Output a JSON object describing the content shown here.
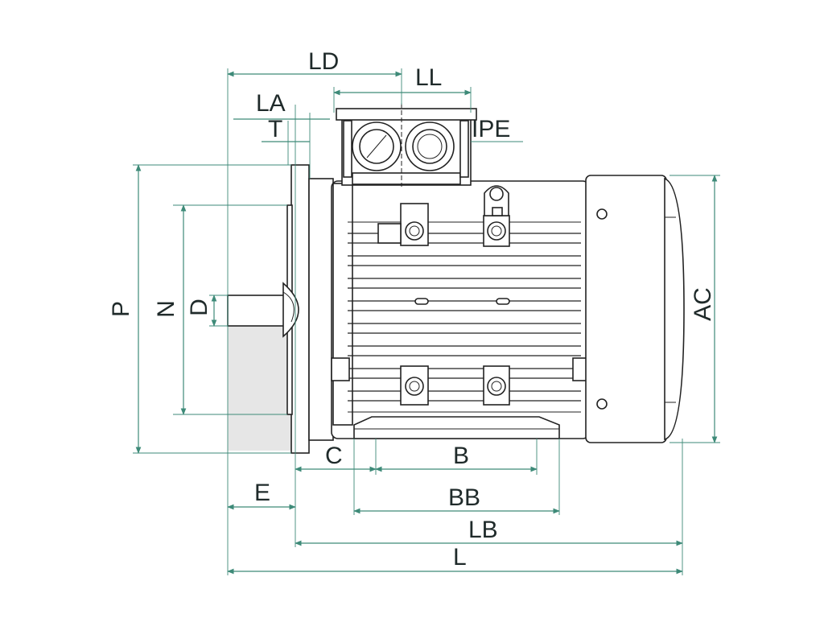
{
  "dimensions": {
    "LD": "LD",
    "LL": "LL",
    "LA": "LA",
    "T": "T",
    "IPE": "IPE",
    "P": "P",
    "N": "N",
    "D": "D",
    "AC": "AC",
    "C": "C",
    "B": "B",
    "E": "E",
    "BB": "BB",
    "LB": "LB",
    "L": "L"
  },
  "colors": {
    "dimension_line": "#3e8a78",
    "outline": "#222222",
    "shaft_shading": "#e6e6e6"
  }
}
